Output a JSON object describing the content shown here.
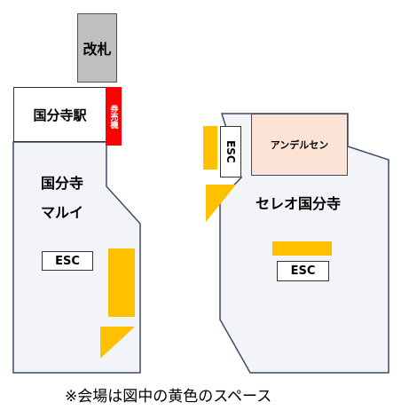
{
  "colors": {
    "building_fill": "#f2f4f7",
    "outline": "#3b4a6b",
    "event_space": "#ffc000",
    "gate": "#bfbfbf",
    "ticket_machine": "#ff0000",
    "andersen_fill": "#fbe4d5"
  },
  "left_building": {
    "ticket_gate": "改札",
    "station": "国分寺駅",
    "ticket_machine": "券売機",
    "store_line1": "国分寺",
    "store_line2": "マルイ",
    "escalator": "ESC"
  },
  "right_building": {
    "escalator": "ESC",
    "bakery": "アンデルセン",
    "store": "セレオ国分寺",
    "escalator_center": "ESC"
  },
  "caption": "※会場は図中の黄色のスペース"
}
